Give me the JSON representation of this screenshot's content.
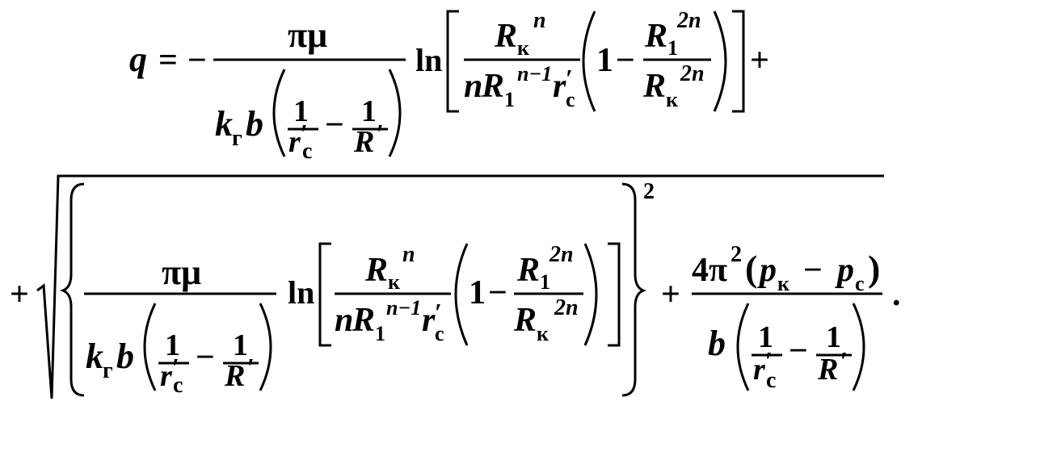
{
  "formula": {
    "q": "q",
    "equals": "=",
    "minus": "−",
    "plus": "+",
    "period": ".",
    "pi_mu": "πμ",
    "k": "k",
    "gamma_sub": "г",
    "b": "b",
    "one": "1",
    "r": "r",
    "c_sub": "с",
    "prime": "′",
    "R": "R",
    "ln": "ln",
    "k_sub": "к",
    "n": "n",
    "two_n": "2n",
    "n_minus_1": "n−1",
    "one_sub": "1",
    "two": "2",
    "four_pi": "4π",
    "lparen": "(",
    "rparen": ")",
    "p": "p"
  }
}
